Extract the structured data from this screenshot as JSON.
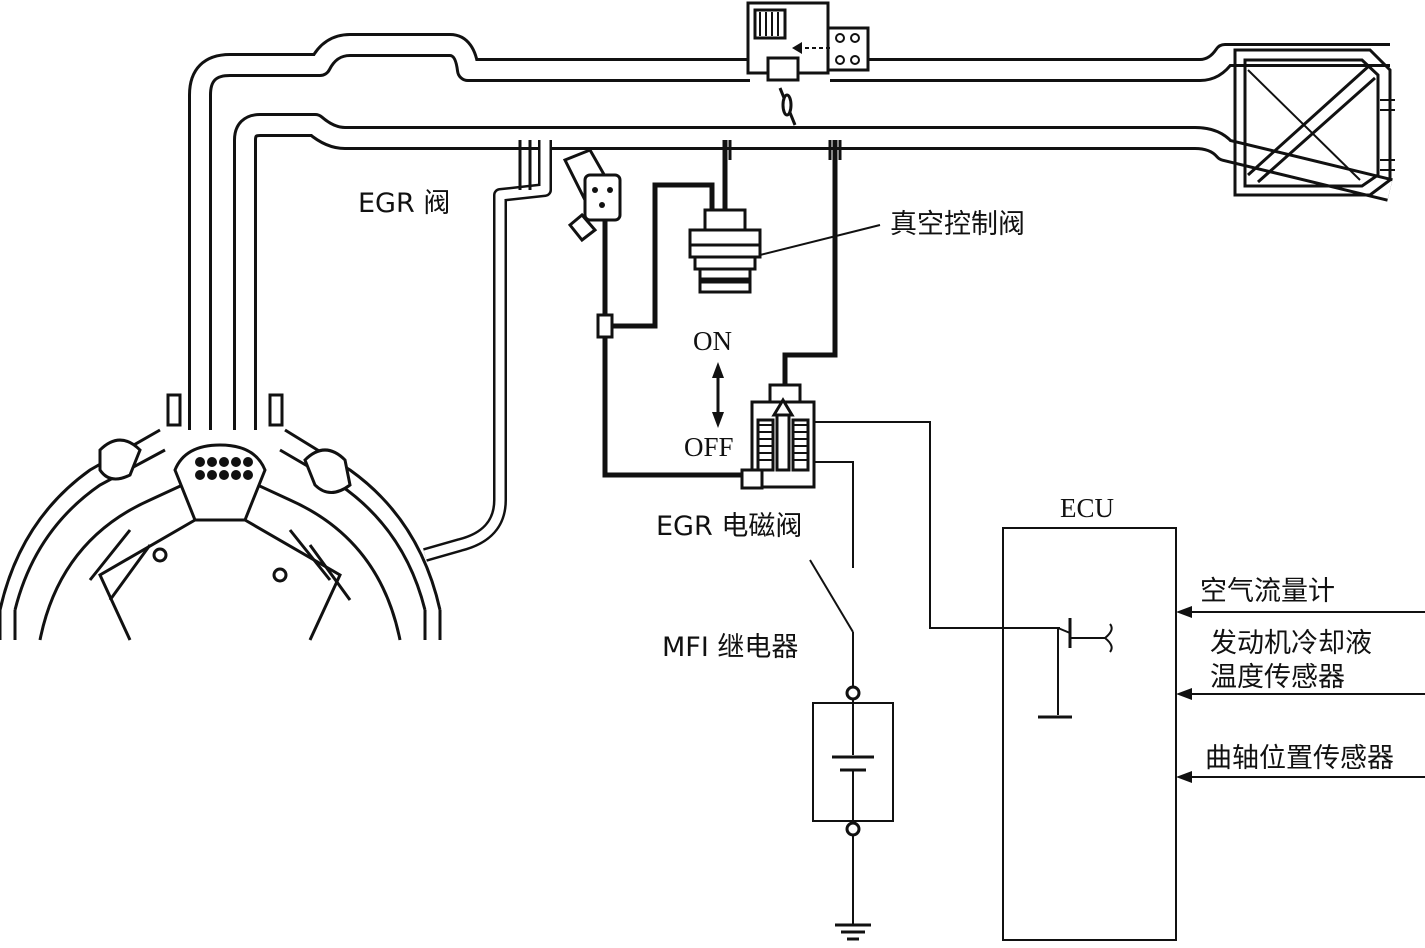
{
  "labels": {
    "egr_valve": "EGR 阀",
    "vacuum_control_valve": "真空控制阀",
    "on": "ON",
    "off": "OFF",
    "egr_solenoid_valve": "EGR 电磁阀",
    "mfi_relay": "MFI 继电器",
    "ecu": "ECU",
    "air_flow_meter": "空气流量计",
    "coolant_temp_sensor_line1": "发动机冷却液",
    "coolant_temp_sensor_line2": "温度传感器",
    "crankshaft_position_sensor": "曲轴位置传感器"
  }
}
